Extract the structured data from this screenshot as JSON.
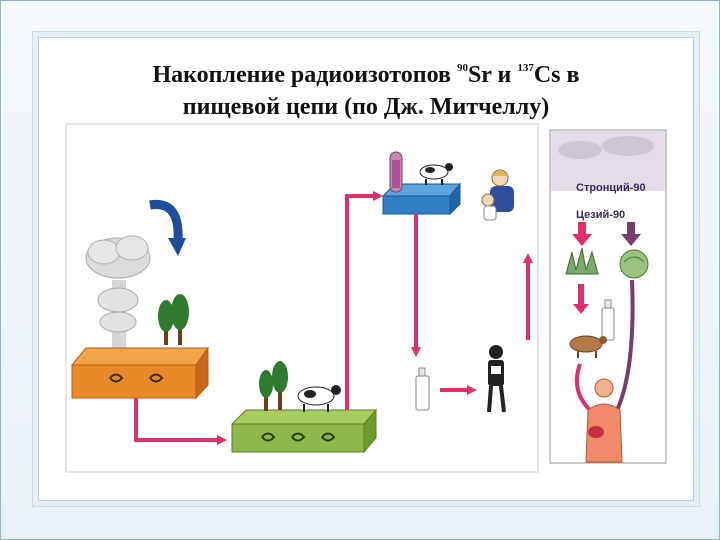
{
  "title": {
    "line1_prefix": "Накопление радиоизотопов ",
    "sr_mass": "90",
    "sr_symbol": "Sr",
    "conjunction": " и ",
    "cs_mass": "137",
    "cs_symbol": "Cs",
    "line1_suffix": " в",
    "line2": "пищевой цепи (по Дж. Митчеллу)"
  },
  "side_panel": {
    "label_strontium": "Стронций-90",
    "label_cesium": "Цезий-90"
  },
  "colors": {
    "slide_border": "#8fb3c7",
    "arrow_red": "#e0306a",
    "arrow_dark": "#7a3c6a",
    "cloud_gray": "#d8d8d8",
    "soil_orange": "#e88a2a",
    "soil_green": "#8fb84a",
    "soil_blue": "#2e7fc4",
    "tree_green": "#2f7a2e"
  }
}
